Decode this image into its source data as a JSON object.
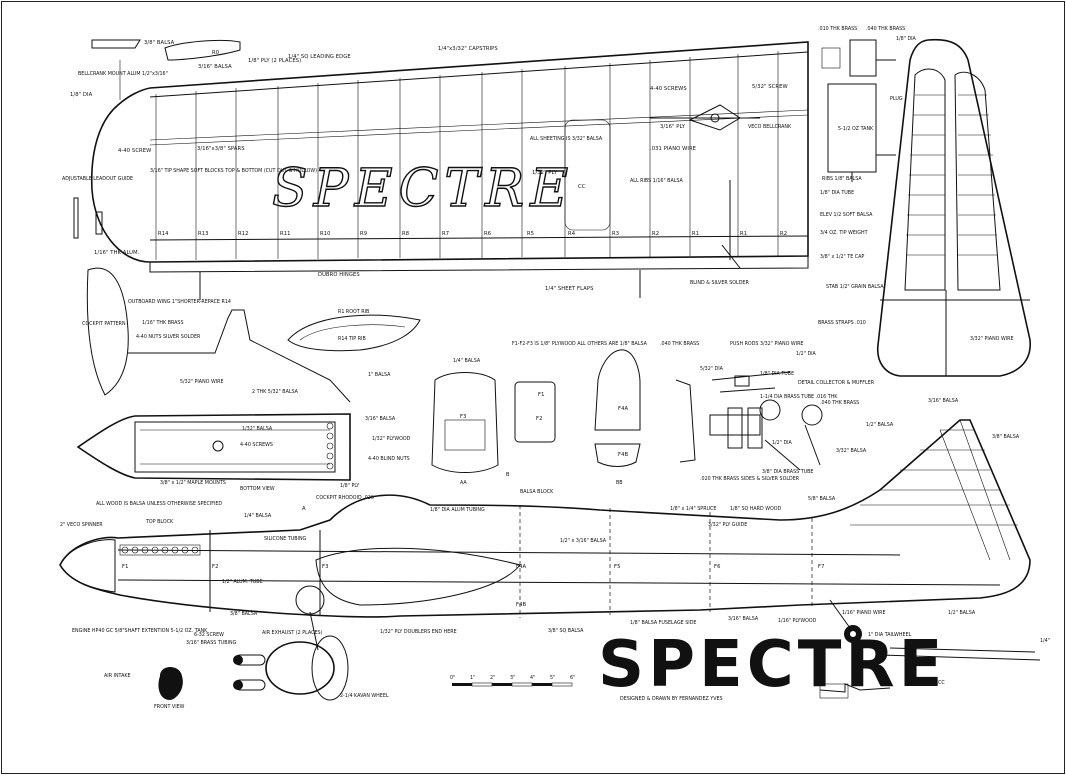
{
  "title_large": "SPECTRE",
  "title_wing": "SPECTRE",
  "credit": "DESIGNED & DRAWN  BY  FERNANDEZ YVES",
  "scale_ticks": [
    "0\"",
    "1\"",
    "2\"",
    "3\"",
    "4\"",
    "5\"",
    "6\""
  ],
  "wing": {
    "ribs": [
      "R14",
      "R13",
      "R12",
      "R11",
      "R10",
      "R9",
      "R8",
      "R7",
      "R6",
      "R5",
      "R4",
      "R3",
      "R2",
      "R1",
      "R1",
      "R2"
    ],
    "labels": {
      "leading_edge": "1/4\" SQ LEADING EDGE",
      "capstrips": "1/4\"x3/32\" CAPSTRIPS",
      "spars": "3/16\"x3/8\" SPARS",
      "tip_blocks": "3/16\" TIP SHAPE SOFT BLOCKS TOP & BOTTOM (CUT OUT & HOLLOW)",
      "screw_440": "4-40 SCREW",
      "sheeting": "ALL SHEETING IS 3/32\" BALSA",
      "ply_132": "1/32\" PLY",
      "ribs_116": "ALL RIBS 1/16\" BALSA",
      "screws_440": "4-40 SCREWS",
      "ply_316": "3/16\" PLY",
      "piano_031": ".031 PIANO WIRE",
      "veco_bellcrank": "VECO BELLCRANK",
      "screw_532": "5/32\" SCREW",
      "dubro_hinges": "DUBRO HINGES",
      "sheet_flaps": "1/4\" SHEET FLAPS",
      "blind_solder": "BLIND & SILVER SOLDER",
      "cc": "CC",
      "r2_mark": "R2",
      "adjustable_leadout": "ADJUSTABLE LEADOUT GUIDE",
      "thk_alum": "1/16\" THK ALUM.",
      "dia_18": "1/8\" DIA",
      "bellcrank_mount": "BELLCRANK MOUNT ALUM 1/2\"x3/16\"",
      "balsa_38": "3/8\" BALSA",
      "balsa_316": "3/16\" BALSA",
      "r0": "R0",
      "ply_places": "1/8\" PLY (2 PLACES)"
    }
  },
  "tank": {
    "brass_010": ".010 THK BRASS",
    "brass_040": ".040 THK BRASS",
    "dia_18": "1/8\" DIA",
    "plug": "PLUG",
    "tank_size": "5-1/2 OZ TANK",
    "ribs": "RIBS 1/8\" BALSA",
    "tube": "1/8\" DIA TUBE",
    "elev": "ELEV 1/2 SOFT BALSA",
    "tip_weight": "3/4 OZ. TIP WEIGHT",
    "te_cap": "3/8\" x 1/2\" TE CAP",
    "stab": "STAB 1/2\" GRAIN BALSA",
    "straps": "BRASS STRAPS .010",
    "piano_wire": "3/32\" PIANO WIRE"
  },
  "middle": {
    "outboard": "OUTBOARD WING 1\"SHORTER-REPACE R14",
    "r1_root": "R1  ROOT  RIB",
    "r14_tip": "R14  TIP RIB",
    "cockpit_pattern": "COCKPIT PATTERN",
    "brass_116": "1/16\" THK BRASS",
    "nuts": "4-40 NUTS SILVER SOLDER",
    "piano_532": "5/32\" PIANO WIRE",
    "thk_balsa": "2 THK 5/32\" BALSA",
    "ply_note": "F1-F2-F3 IS 1/8\" PLYWOOD ALL OTHERS ARE 1/8\" BALSA",
    "balsa_14": "1/4\" BALSA",
    "balsa_1": "1\" BALSA",
    "balsa_316": "3/16\" BALSA",
    "ply_132": "1/32\" PLYWOOD",
    "blind_nuts": "4-40 BLIND NUTS",
    "ply_18": "1/8\" PLY",
    "balsa_132": "1/32\" BALSA",
    "screws": "4-40 SCREWS",
    "maple": "3/8\" x 1/2\" MAPLE MOUNTS",
    "bottom_view": "BOTTOM VIEW",
    "f3": "F3",
    "f1": "F1",
    "f2": "F2",
    "f4a": "F4A",
    "f4b": "F4B",
    "aa": "AA",
    "bb": "BB",
    "push_rods": "PUSH RODS 3/32\" PIANO WIRE",
    "dia_12": "1/2\" DIA",
    "dia_18_tube": "1/8\" DIA TUBE",
    "brass_040": ".040 THK BRASS",
    "dia_532": "5/32\" DIA",
    "collector": "DETAIL COLLECTOR & MUFFLER",
    "brass_tube": "1-1/4 DIA BRASS TUBE .016 THK",
    "dia_12b": "1/2\" DIA",
    "tube_38": "3/8\" DIA BRASS TUBE",
    "brass_sides": ".020 THK BRASS SIDES & SILVER SOLDER"
  },
  "fuselage": {
    "all_wood": "ALL WOOD IS BALSA UNLESS OTHERWISE SPECIFIED",
    "spinner": "2\" VECO SPINNER",
    "top_block": "TOP BLOCK",
    "balsa_14": "1/4\" BALSA",
    "silicone": "SILICONE TUBING",
    "alum_tube": "1/2\" ALUM. TUBE",
    "balsa_38": "3/8\" BALSA",
    "screw_632": "6-32 SCREW",
    "brass_tubing": "3/16\" BRASS TUBING",
    "air_exhaust": "AIR EXHAUST (2 PLACES)",
    "engine": "ENGINE  HP40 GC 5/8\"SHAFT EXTENTION 5-1/2 OZ. TANK",
    "air_intake": "AIR INTAKE",
    "front_view": "FRONT VIEW",
    "kavan": "2-1/4 KAVAN WHEEL",
    "ply_doublers": "1/32\" PLY DOUBLERS END HERE",
    "balsa_50": "3/8\" SQ BALSA",
    "fus_side": "1/8\" BALSA FUSELAGE SIDE",
    "cockpit": "COCKPIT RHODOID .020",
    "alum_tubing": "1/8\" DIA ALUM TUBING",
    "balsa_block": "BALSA BLOCK",
    "spruce": "1/8\" x 1/4\" SPRUCE",
    "hard_wood": "1/8\" SQ HARD WOOD",
    "ply_guide": "3/32\" PLY GUIDE",
    "balsa_12_316": "1/2\" x 3/16\" BALSA",
    "balsa_316": "3/16\" BALSA",
    "plywood_116": "1/16\" PLYWOOD",
    "piano_116": "1/16\" PIANO WIRE",
    "tailwheel": "1\" DIA TAILWHEEL",
    "balsa_12": "1/2\" BALSA",
    "balsa_58": "5/8\" BALSA",
    "balsa_332": "3/32\" BALSA",
    "balsa_12_tail": "1/2\" BALSA",
    "balsa_38_tail": "3/8\" BALSA",
    "balsa_316_tail": "3/16\" BALSA",
    "brass_040_tail": ".040 THK BRASS",
    "f1": "F1",
    "f2": "F2",
    "f3": "F3",
    "f4a": "F4A",
    "f4b": "F4B",
    "f5": "F5",
    "f6": "F6",
    "f7": "F7",
    "a": "A",
    "b": "B",
    "cc": "CC",
    "quarter": "1/4\""
  }
}
